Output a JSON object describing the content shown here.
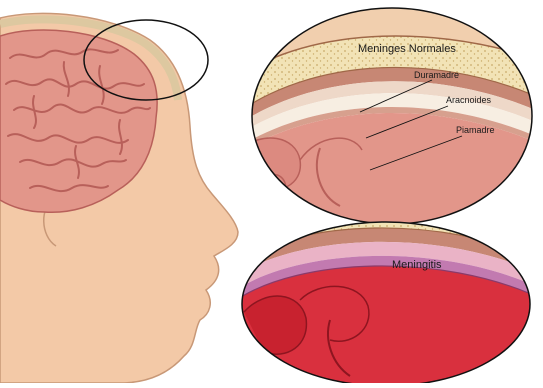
{
  "diagram": {
    "panel_normal": {
      "title": "Meninges Normales",
      "labels": {
        "dura": "Duramadre",
        "arachnoid": "Aracnoides",
        "pia": "Piamadre"
      }
    },
    "panel_meningitis": {
      "title": "Meningitis"
    }
  },
  "colors": {
    "skin": "#f3c9a7",
    "skin_outline": "#c89877",
    "brain": "#e2968a",
    "brain_fold": "#b8605a",
    "bone": "#f2e3b6",
    "bone_dots": "#c9ab6a",
    "dura": "#c78774",
    "inflamed": "#d9303e",
    "inflamed_pink": "#eab3c6"
  }
}
